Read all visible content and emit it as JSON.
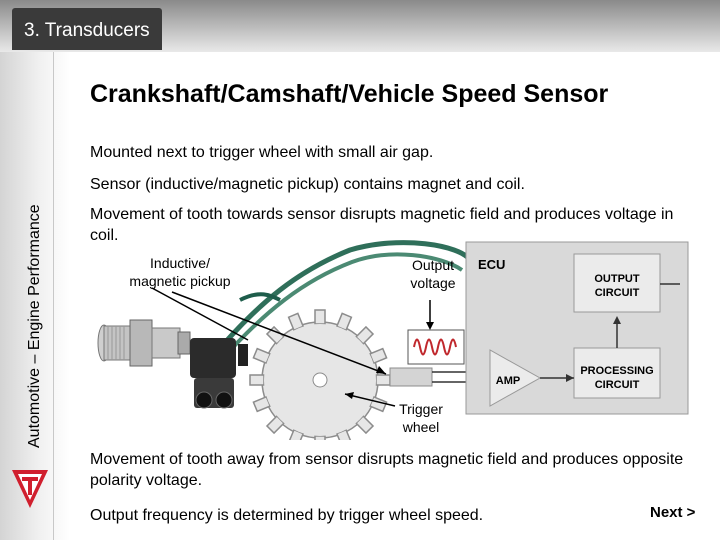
{
  "header": {
    "section_title": "3. Transducers"
  },
  "sidebar": {
    "vertical_label": "Automotive – Engine Performance"
  },
  "slide": {
    "title": "Crankshaft/Camshaft/Vehicle Speed Sensor",
    "bullets": [
      "Mounted next to trigger wheel with small air gap.",
      "Sensor (inductive/magnetic pickup) contains magnet and coil.",
      "Movement of tooth towards sensor disrupts magnetic field and produces voltage in coil.",
      "Movement of tooth away from sensor disrupts magnetic field and produces opposite polarity voltage.",
      "Output frequency is determined by trigger wheel speed."
    ]
  },
  "diagram": {
    "label_pickup_line1": "Inductive/",
    "label_pickup_line2": "magnetic pickup",
    "label_output_line1": "Output",
    "label_output_line2": "voltage",
    "label_trigger_line1": "Trigger",
    "label_trigger_line2": "wheel",
    "ecu_label": "ECU",
    "output_circuit_line1": "OUTPUT",
    "output_circuit_line2": "CIRCUIT",
    "processing_circuit_line1": "PROCESSING",
    "processing_circuit_line2": "CIRCUIT",
    "amp_label": "AMP"
  },
  "navigation": {
    "next_label": "Next >"
  },
  "colors": {
    "header_dark": "#3a3a3a",
    "logo_red": "#d01f2e",
    "ecu_background": "#d9d9d9",
    "wire_green": "#2f6f5a"
  }
}
